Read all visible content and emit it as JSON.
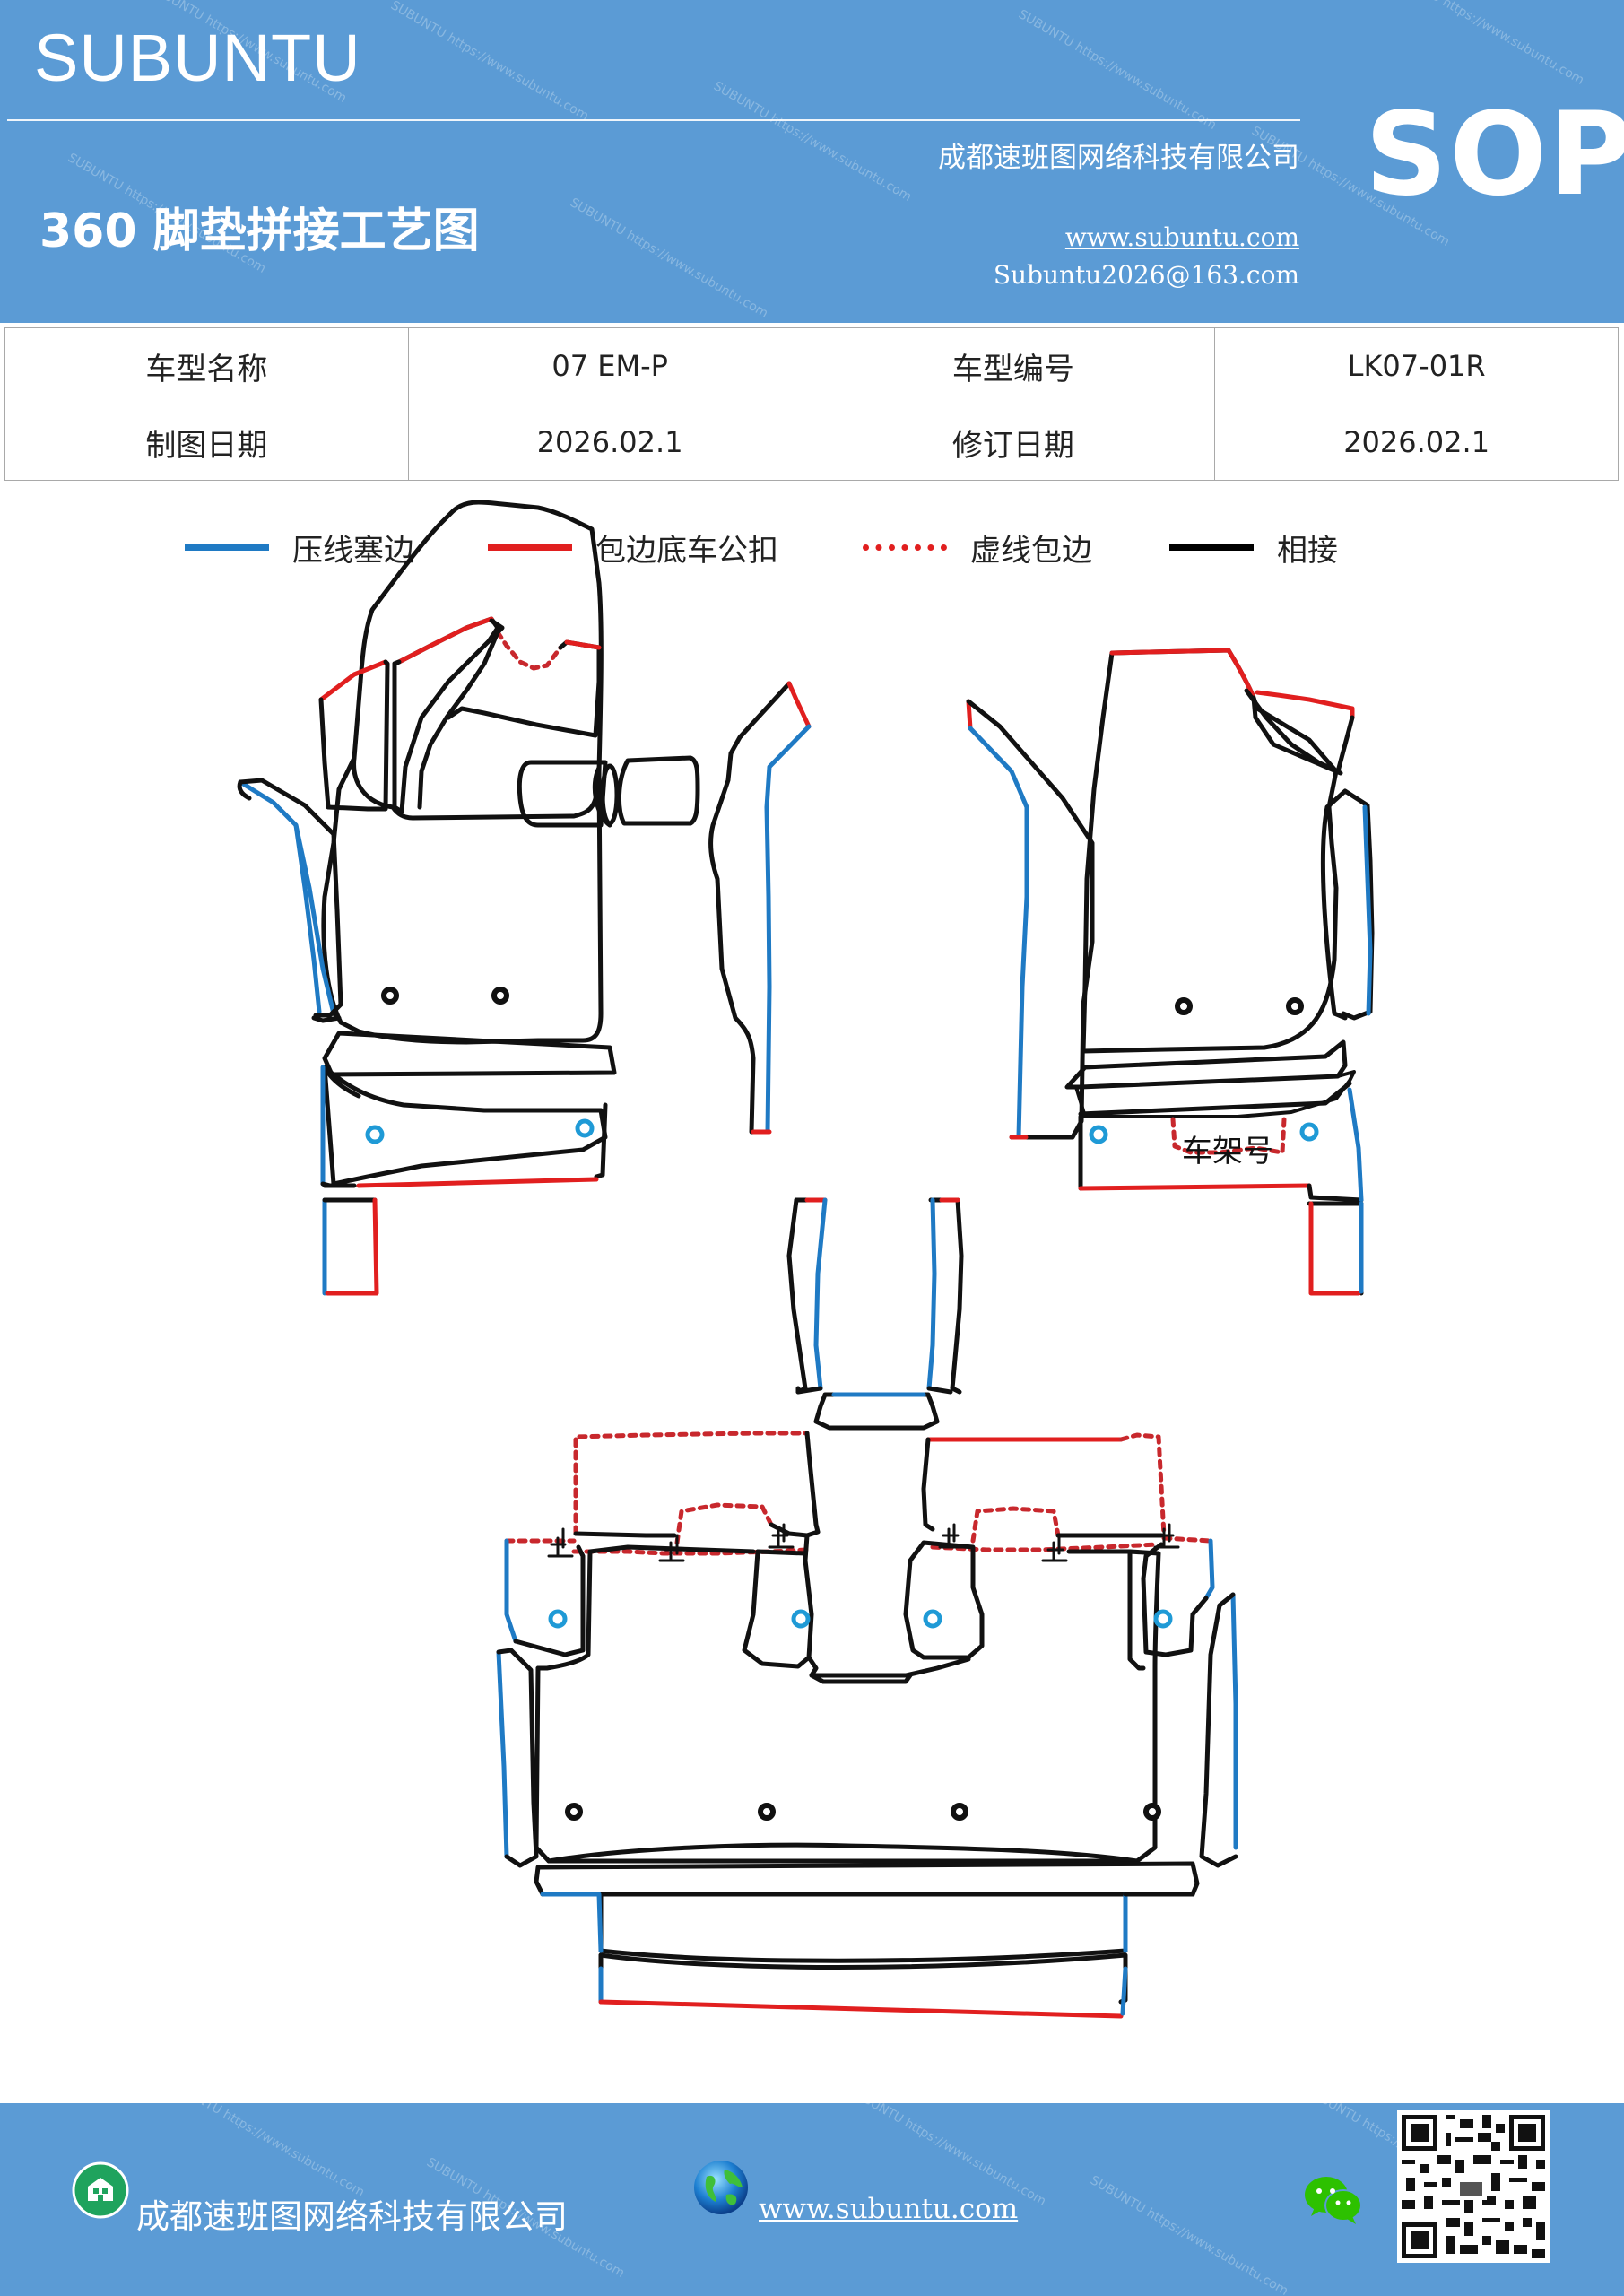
{
  "header": {
    "brand": "SUBUNTU",
    "company": "成都速班图网络科技有限公司",
    "title": "360 脚垫拼接工艺图",
    "url": "www.subuntu.com",
    "email": "Subuntu2026@163.com",
    "badge": "SOP",
    "bg_color": "#5b9bd5"
  },
  "info_table": {
    "rows": [
      [
        {
          "label": "车型名称",
          "value": "07  EM-P"
        },
        {
          "label": "车型编号",
          "value": "LK07-01R"
        }
      ],
      [
        {
          "label": "制图日期",
          "value": "2026.02.1"
        },
        {
          "label": "修订日期",
          "value": "2026.02.1"
        }
      ]
    ]
  },
  "legend": [
    {
      "label": "压线塞边",
      "color": "#1f7ac4",
      "style": "solid"
    },
    {
      "label": "包边底车公扣",
      "color": "#e11f1f",
      "style": "solid"
    },
    {
      "label": "虚线包边",
      "color": "#e11f1f",
      "style": "dashed"
    },
    {
      "label": "相接",
      "color": "#000000",
      "style": "solid"
    }
  ],
  "diagram": {
    "frame_label": "车架号"
  },
  "footer": {
    "company": "成都速班图网络科技有限公司",
    "url": "www.subuntu.com",
    "icons": [
      "building-icon",
      "globe-icon",
      "wechat-icon",
      "qr-code"
    ]
  }
}
